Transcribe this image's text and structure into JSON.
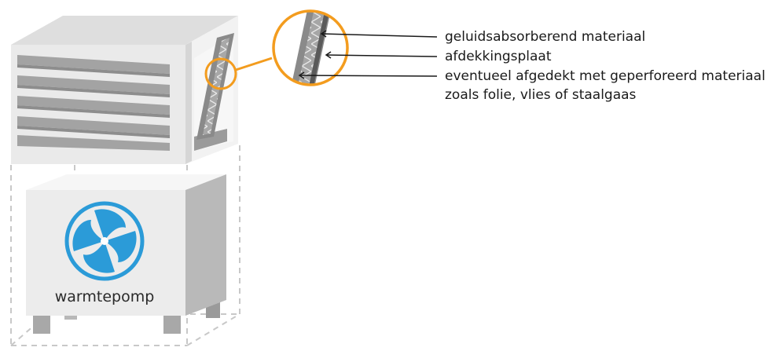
{
  "labels": {
    "absorbing": "geluidsabsorberend materiaal",
    "cover_plate": "afdekkingsplaat",
    "perforated_line1": "eventueel afgedekt met geperforeerd materiaal",
    "perforated_line2": "zoals folie, vlies of staalgaas"
  },
  "unit_label": "warmtepomp",
  "colors": {
    "callout_orange": "#f39c1e",
    "fan_blue": "#2b9bd8",
    "panel_light": "#ededed",
    "panel_mid": "#c4c4c4",
    "panel_dark": "#8f8f8f"
  },
  "icons": [
    "fan-icon"
  ]
}
